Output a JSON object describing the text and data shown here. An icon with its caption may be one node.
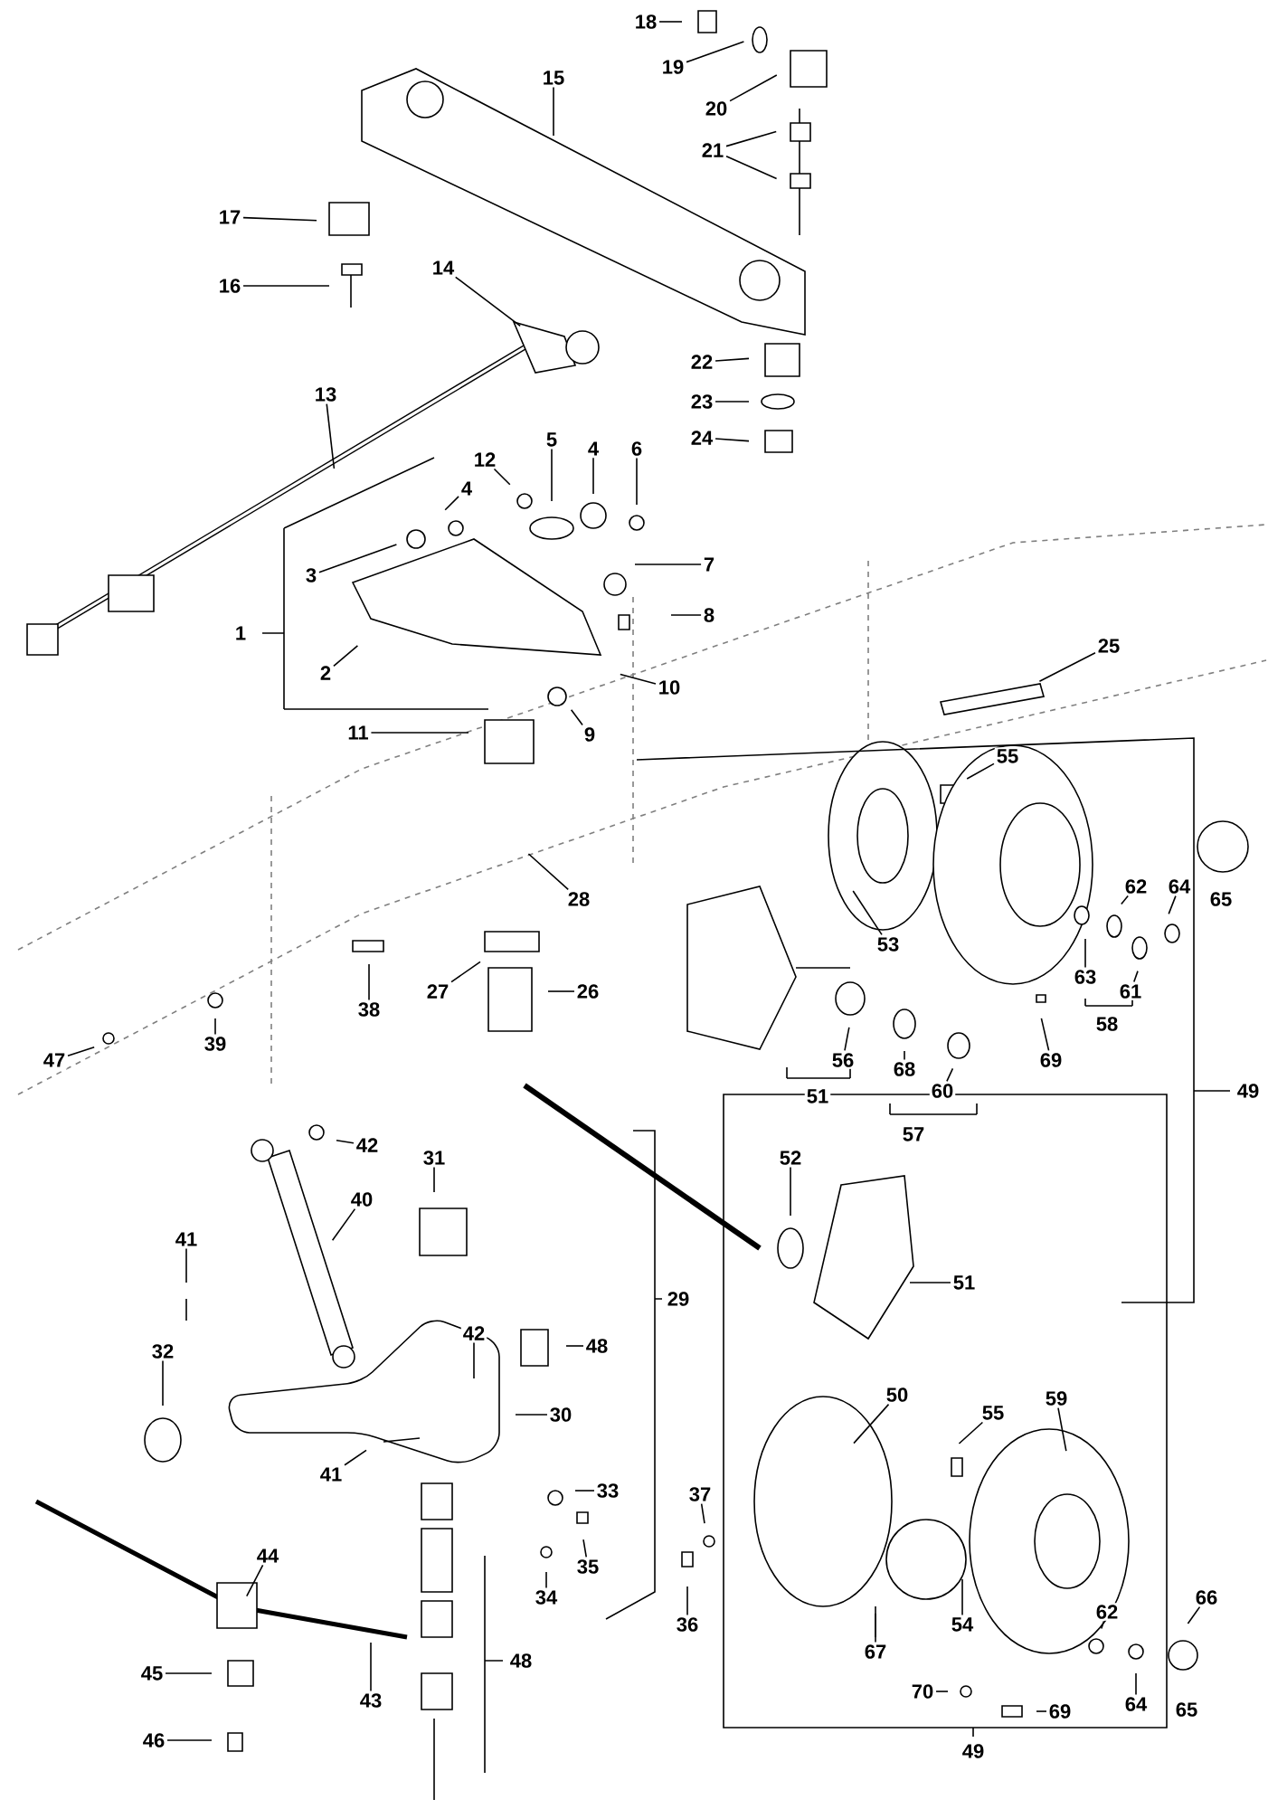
{
  "diagram": {
    "nodes": [
      {
        "text": [
          "18"
        ]
      },
      {
        "text": [
          "19"
        ]
      },
      {
        "text": [
          "20"
        ]
      },
      {
        "text": [
          "15"
        ]
      },
      {
        "text": [
          "21"
        ]
      },
      {
        "text": [
          "17"
        ]
      },
      {
        "text": [
          "16"
        ]
      },
      {
        "text": [
          "14"
        ]
      },
      {
        "text": [
          "13"
        ]
      },
      {
        "text": [
          "22"
        ]
      },
      {
        "text": [
          "23"
        ]
      },
      {
        "text": [
          "24"
        ]
      },
      {
        "text": [
          "5"
        ]
      },
      {
        "text": [
          "4"
        ]
      },
      {
        "text": [
          "6"
        ]
      },
      {
        "text": [
          "12"
        ]
      },
      {
        "text": [
          "4"
        ]
      },
      {
        "text": [
          "7"
        ]
      },
      {
        "text": [
          "3"
        ]
      },
      {
        "text": [
          "8"
        ]
      },
      {
        "text": [
          "1"
        ]
      },
      {
        "text": [
          "2"
        ]
      },
      {
        "text": [
          "10"
        ]
      },
      {
        "text": [
          "9"
        ]
      },
      {
        "text": [
          "11"
        ]
      },
      {
        "text": [
          "25"
        ]
      },
      {
        "text": [
          "55"
        ]
      },
      {
        "text": [
          "28"
        ]
      },
      {
        "text": [
          "62"
        ]
      },
      {
        "text": [
          "64"
        ]
      },
      {
        "text": [
          "65"
        ]
      },
      {
        "text": [
          "53"
        ]
      },
      {
        "text": [
          "63"
        ]
      },
      {
        "text": [
          "61"
        ]
      },
      {
        "text": [
          "58"
        ]
      },
      {
        "text": [
          "27"
        ]
      },
      {
        "text": [
          "26"
        ]
      },
      {
        "text": [
          "38"
        ]
      },
      {
        "text": [
          "69"
        ]
      },
      {
        "text": [
          "56"
        ]
      },
      {
        "text": [
          "68"
        ]
      },
      {
        "text": [
          "60"
        ]
      },
      {
        "text": [
          "51"
        ]
      },
      {
        "text": [
          "57"
        ]
      },
      {
        "text": [
          "49"
        ]
      },
      {
        "text": [
          "47"
        ]
      },
      {
        "text": [
          "39"
        ]
      },
      {
        "text": [
          "42"
        ]
      },
      {
        "text": [
          "31"
        ]
      },
      {
        "text": [
          "40"
        ]
      },
      {
        "text": [
          "52"
        ]
      },
      {
        "text": [
          "51"
        ]
      },
      {
        "text": [
          "41"
        ]
      },
      {
        "text": [
          "29"
        ]
      },
      {
        "text": [
          "42"
        ]
      },
      {
        "text": [
          "48"
        ]
      },
      {
        "text": [
          "32"
        ]
      },
      {
        "text": [
          "50"
        ]
      },
      {
        "text": [
          "55"
        ]
      },
      {
        "text": [
          "59"
        ]
      },
      {
        "text": [
          "30"
        ]
      },
      {
        "text": [
          "41"
        ]
      },
      {
        "text": [
          "33"
        ]
      },
      {
        "text": [
          "37"
        ]
      },
      {
        "text": [
          "35"
        ]
      },
      {
        "text": [
          "44"
        ]
      },
      {
        "text": [
          "66"
        ]
      },
      {
        "text": [
          "34"
        ]
      },
      {
        "text": [
          "62"
        ]
      },
      {
        "text": [
          "36"
        ]
      },
      {
        "text": [
          "54"
        ]
      },
      {
        "text": [
          "67"
        ]
      },
      {
        "text": [
          "48"
        ]
      },
      {
        "text": [
          "45"
        ]
      },
      {
        "text": [
          "70"
        ]
      },
      {
        "text": [
          "43"
        ]
      },
      {
        "text": [
          "64"
        ]
      },
      {
        "text": [
          "65"
        ]
      },
      {
        "text": [
          "69"
        ]
      },
      {
        "text": [
          "46"
        ]
      },
      {
        "text": [
          "49"
        ]
      }
    ],
    "edges": [
      {
        "from": 0,
        "to": null,
        "arrow": "none"
      },
      {
        "from": 1,
        "to": null,
        "arrow": "none"
      },
      {
        "from": 2,
        "to": null,
        "arrow": "none"
      },
      {
        "from": 3,
        "to": null,
        "arrow": "none"
      },
      {
        "from": 4,
        "to": null,
        "arrow": "none"
      },
      {
        "from": 4,
        "to": null,
        "arrow": "none"
      },
      {
        "from": 5,
        "to": null,
        "arrow": "none"
      },
      {
        "from": 6,
        "to": null,
        "arrow": "none"
      },
      {
        "from": 7,
        "to": null,
        "arrow": "none"
      },
      {
        "from": 8,
        "to": null,
        "arrow": "none"
      },
      {
        "from": 9,
        "to": null,
        "arrow": "none"
      },
      {
        "from": 10,
        "to": null,
        "arrow": "none"
      },
      {
        "from": 11,
        "to": null,
        "arrow": "none"
      },
      {
        "from": 12,
        "to": null,
        "arrow": "none"
      },
      {
        "from": 13,
        "to": null,
        "arrow": "none"
      },
      {
        "from": 14,
        "to": null,
        "arrow": "none"
      },
      {
        "from": 15,
        "to": null,
        "arrow": "none"
      },
      {
        "from": 16,
        "to": null,
        "arrow": "none"
      },
      {
        "from": 17,
        "to": null,
        "arrow": "none"
      },
      {
        "from": 18,
        "to": null,
        "arrow": "none"
      },
      {
        "from": 19,
        "to": null,
        "arrow": "none"
      },
      {
        "from": 21,
        "to": null,
        "arrow": "none"
      },
      {
        "from": 22,
        "to": null,
        "arrow": "none"
      },
      {
        "from": 23,
        "to": null,
        "arrow": "none"
      },
      {
        "from": 24,
        "to": null,
        "arrow": "none"
      },
      {
        "from": 25,
        "to": null,
        "arrow": "none"
      },
      {
        "from": 26,
        "to": null,
        "arrow": "none"
      },
      {
        "from": 27,
        "to": null,
        "arrow": "none"
      },
      {
        "from": 28,
        "to": null,
        "arrow": "none"
      },
      {
        "from": 29,
        "to": null,
        "arrow": "none"
      },
      {
        "from": 31,
        "to": null,
        "arrow": "none"
      },
      {
        "from": 32,
        "to": null,
        "arrow": "none"
      },
      {
        "from": 33,
        "to": null,
        "arrow": "none"
      },
      {
        "from": 35,
        "to": null,
        "arrow": "none"
      },
      {
        "from": 36,
        "to": null,
        "arrow": "none"
      },
      {
        "from": 37,
        "to": null,
        "arrow": "none"
      },
      {
        "from": 38,
        "to": null,
        "arrow": "none"
      },
      {
        "from": 39,
        "to": null,
        "arrow": "none"
      },
      {
        "from": 40,
        "to": null,
        "arrow": "none"
      },
      {
        "from": 41,
        "to": null,
        "arrow": "none"
      },
      {
        "from": 45,
        "to": null,
        "arrow": "none"
      },
      {
        "from": 46,
        "to": null,
        "arrow": "none"
      },
      {
        "from": 47,
        "to": null,
        "arrow": "none"
      },
      {
        "from": 48,
        "to": null,
        "arrow": "none"
      },
      {
        "from": 49,
        "to": null,
        "arrow": "none"
      },
      {
        "from": 50,
        "to": null,
        "arrow": "none"
      },
      {
        "from": 51,
        "to": null,
        "arrow": "none"
      },
      {
        "from": 52,
        "to": null,
        "arrow": "none"
      },
      {
        "from": 54,
        "to": null,
        "arrow": "none"
      },
      {
        "from": 55,
        "to": null,
        "arrow": "none"
      },
      {
        "from": 56,
        "to": null,
        "arrow": "none"
      },
      {
        "from": 57,
        "to": null,
        "arrow": "none"
      },
      {
        "from": 58,
        "to": null,
        "arrow": "none"
      },
      {
        "from": 59,
        "to": null,
        "arrow": "none"
      },
      {
        "from": 60,
        "to": null,
        "arrow": "none"
      },
      {
        "from": 61,
        "to": null,
        "arrow": "none"
      },
      {
        "from": 62,
        "to": null,
        "arrow": "none"
      },
      {
        "from": 63,
        "to": null,
        "arrow": "none"
      },
      {
        "from": 64,
        "to": null,
        "arrow": "none"
      },
      {
        "from": 65,
        "to": null,
        "arrow": "none"
      },
      {
        "from": 66,
        "to": null,
        "arrow": "none"
      },
      {
        "from": 67,
        "to": null,
        "arrow": "none"
      },
      {
        "from": 68,
        "to": null,
        "arrow": "none"
      },
      {
        "from": 69,
        "to": null,
        "arrow": "none"
      },
      {
        "from": 70,
        "to": null,
        "arrow": "none"
      },
      {
        "from": 71,
        "to": null,
        "arrow": "none"
      },
      {
        "from": 73,
        "to": null,
        "arrow": "none"
      },
      {
        "from": 74,
        "to": null,
        "arrow": "none"
      },
      {
        "from": 75,
        "to": null,
        "arrow": "none"
      },
      {
        "from": 76,
        "to": null,
        "arrow": "none"
      },
      {
        "from": 78,
        "to": null,
        "arrow": "none"
      },
      {
        "from": 79,
        "to": null,
        "arrow": "none"
      }
    ]
  }
}
